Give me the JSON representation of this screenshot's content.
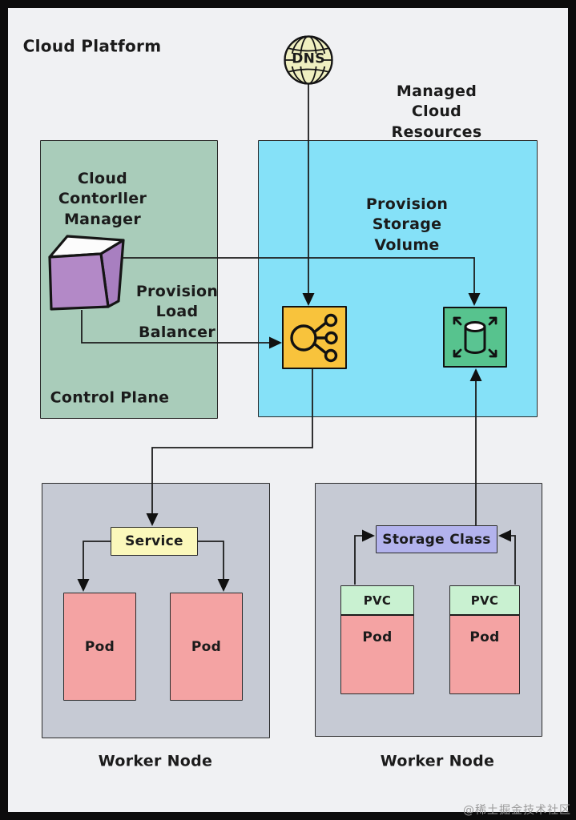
{
  "title": "Cloud Platform",
  "dns": {
    "label": "DNS"
  },
  "managed_resources": {
    "label": "Managed\nCloud Resources",
    "provision_storage_label": "Provision\nStorage\nVolume"
  },
  "control_plane": {
    "title": "Cloud\nContorller\nManager",
    "provision_lb_label": "Provision\nLoad\nBalancer",
    "footer": "Control Plane"
  },
  "worker_node_left": {
    "service_label": "Service",
    "pods": [
      "Pod",
      "Pod"
    ],
    "caption": "Worker Node"
  },
  "worker_node_right": {
    "storage_class_label": "Storage Class",
    "claims": [
      {
        "pvc": "PVC",
        "pod": "Pod"
      },
      {
        "pvc": "PVC",
        "pod": "Pod"
      }
    ],
    "caption": "Worker Node"
  },
  "icons": {
    "dns": "globe-icon",
    "cloud_controller_manager": "cube-icon",
    "load_balancer": "load-balancer-icon",
    "storage_volume": "storage-cylinder-icon"
  },
  "colors": {
    "background": "#f0f1f3",
    "frame": "#0c0c0c",
    "control_plane_bg": "#a9ccba",
    "managed_bg": "#85e1f8",
    "worker_bg": "#c6cad4",
    "load_balancer_bg": "#f8c33c",
    "storage_volume_bg": "#57c38e",
    "service_bg": "#fbf8bb",
    "pod_bg": "#f4a3a3",
    "pvc_bg": "#c9f1d1",
    "storage_class_bg": "#b3b3ed",
    "dns_globe_bg": "#efefc0",
    "cube_front": "#b389c7",
    "ink": "#1b1b1b"
  },
  "watermark": "@稀土掘金技术社区"
}
